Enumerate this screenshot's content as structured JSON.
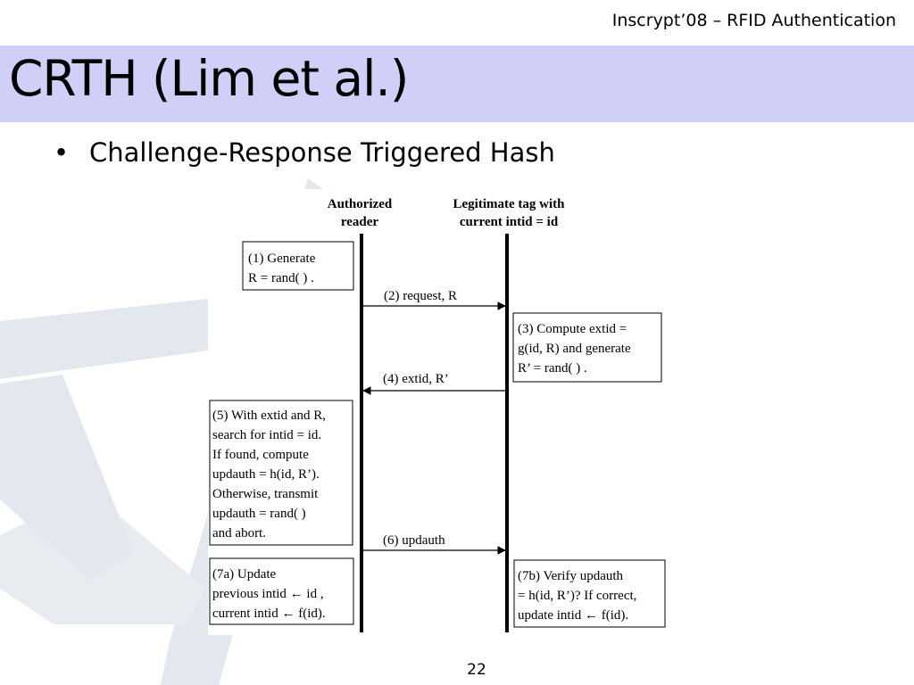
{
  "header": {
    "conference": "Inscrypt’08 – RFID Authentication"
  },
  "title": "CRTH (Lim et al.)",
  "bullets": [
    {
      "symbol": "•",
      "text": "Challenge-Response Triggered Hash"
    }
  ],
  "diagram": {
    "lanes": {
      "reader": {
        "label_lines": [
          "Authorized",
          "reader"
        ]
      },
      "tag": {
        "label_lines": [
          "Legitimate tag with",
          "current intid = id"
        ]
      }
    },
    "boxes": {
      "step1": {
        "lines": [
          "(1)  Generate",
          "R = rand( ) ."
        ]
      },
      "step3": {
        "lines": [
          "(3)  Compute extid =",
          "g(id, R) and generate",
          "R’ = rand( ) ."
        ]
      },
      "step5": {
        "lines": [
          "(5) With extid and R,",
          "search for intid = id.",
          "If found, compute",
          "updauth = h(id, R’).",
          "Otherwise, transmit",
          "updauth = rand( )",
          "and abort."
        ]
      },
      "step7a": {
        "lines": [
          "(7a)  Update",
          "previous intid ← id ,",
          "current intid ← f(id)."
        ]
      },
      "step7b": {
        "lines": [
          "(7b)  Verify updauth",
          "= h(id, R’)? If correct,",
          "update intid ← f(id)."
        ]
      }
    },
    "messages": {
      "m2": {
        "label": "(2)  request, R"
      },
      "m4": {
        "label": "(4) extid, R’"
      },
      "m6": {
        "label": "(6) updauth"
      }
    }
  },
  "footer": {
    "page_number": "22"
  },
  "colors": {
    "title_band": "#cfcff7",
    "watermark": "#e3e8ee"
  }
}
